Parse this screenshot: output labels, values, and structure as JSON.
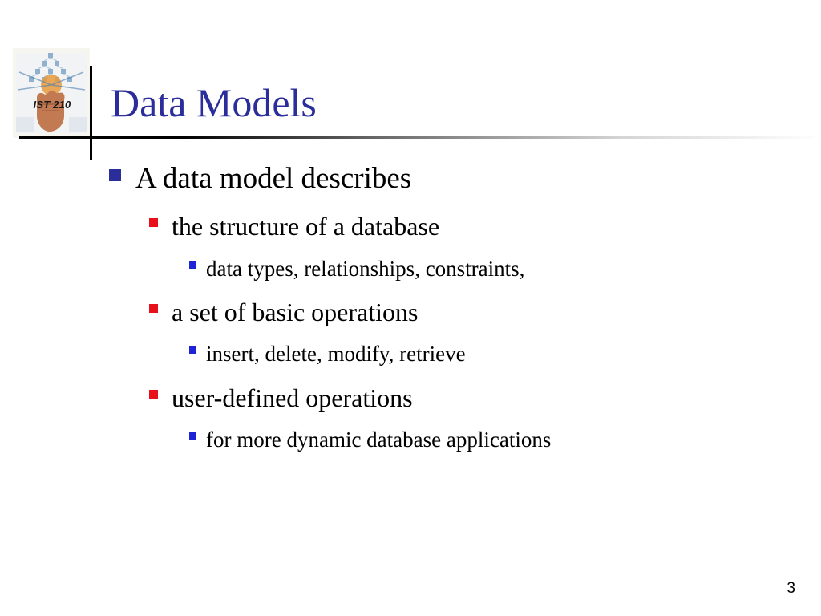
{
  "logo": {
    "label": "IST 210",
    "icon": "database-hand-logo-icon"
  },
  "title": "Data Models",
  "bullets": [
    {
      "level": 1,
      "text": "A data model describes"
    },
    {
      "level": 2,
      "text": "the structure of a database"
    },
    {
      "level": 3,
      "text": "data types, relationships, constraints,"
    },
    {
      "level": 2,
      "text": "a set of basic operations"
    },
    {
      "level": 3,
      "text": "insert, delete, modify, retrieve"
    },
    {
      "level": 2,
      "text": "user-defined operations"
    },
    {
      "level": 3,
      "text": "for more dynamic database applications"
    }
  ],
  "page_number": "3",
  "colors": {
    "title": "#2b2e9a",
    "level1_marker": "#2b2e9a",
    "level2_marker": "#e8101a",
    "level3_marker": "#1f23d6"
  }
}
